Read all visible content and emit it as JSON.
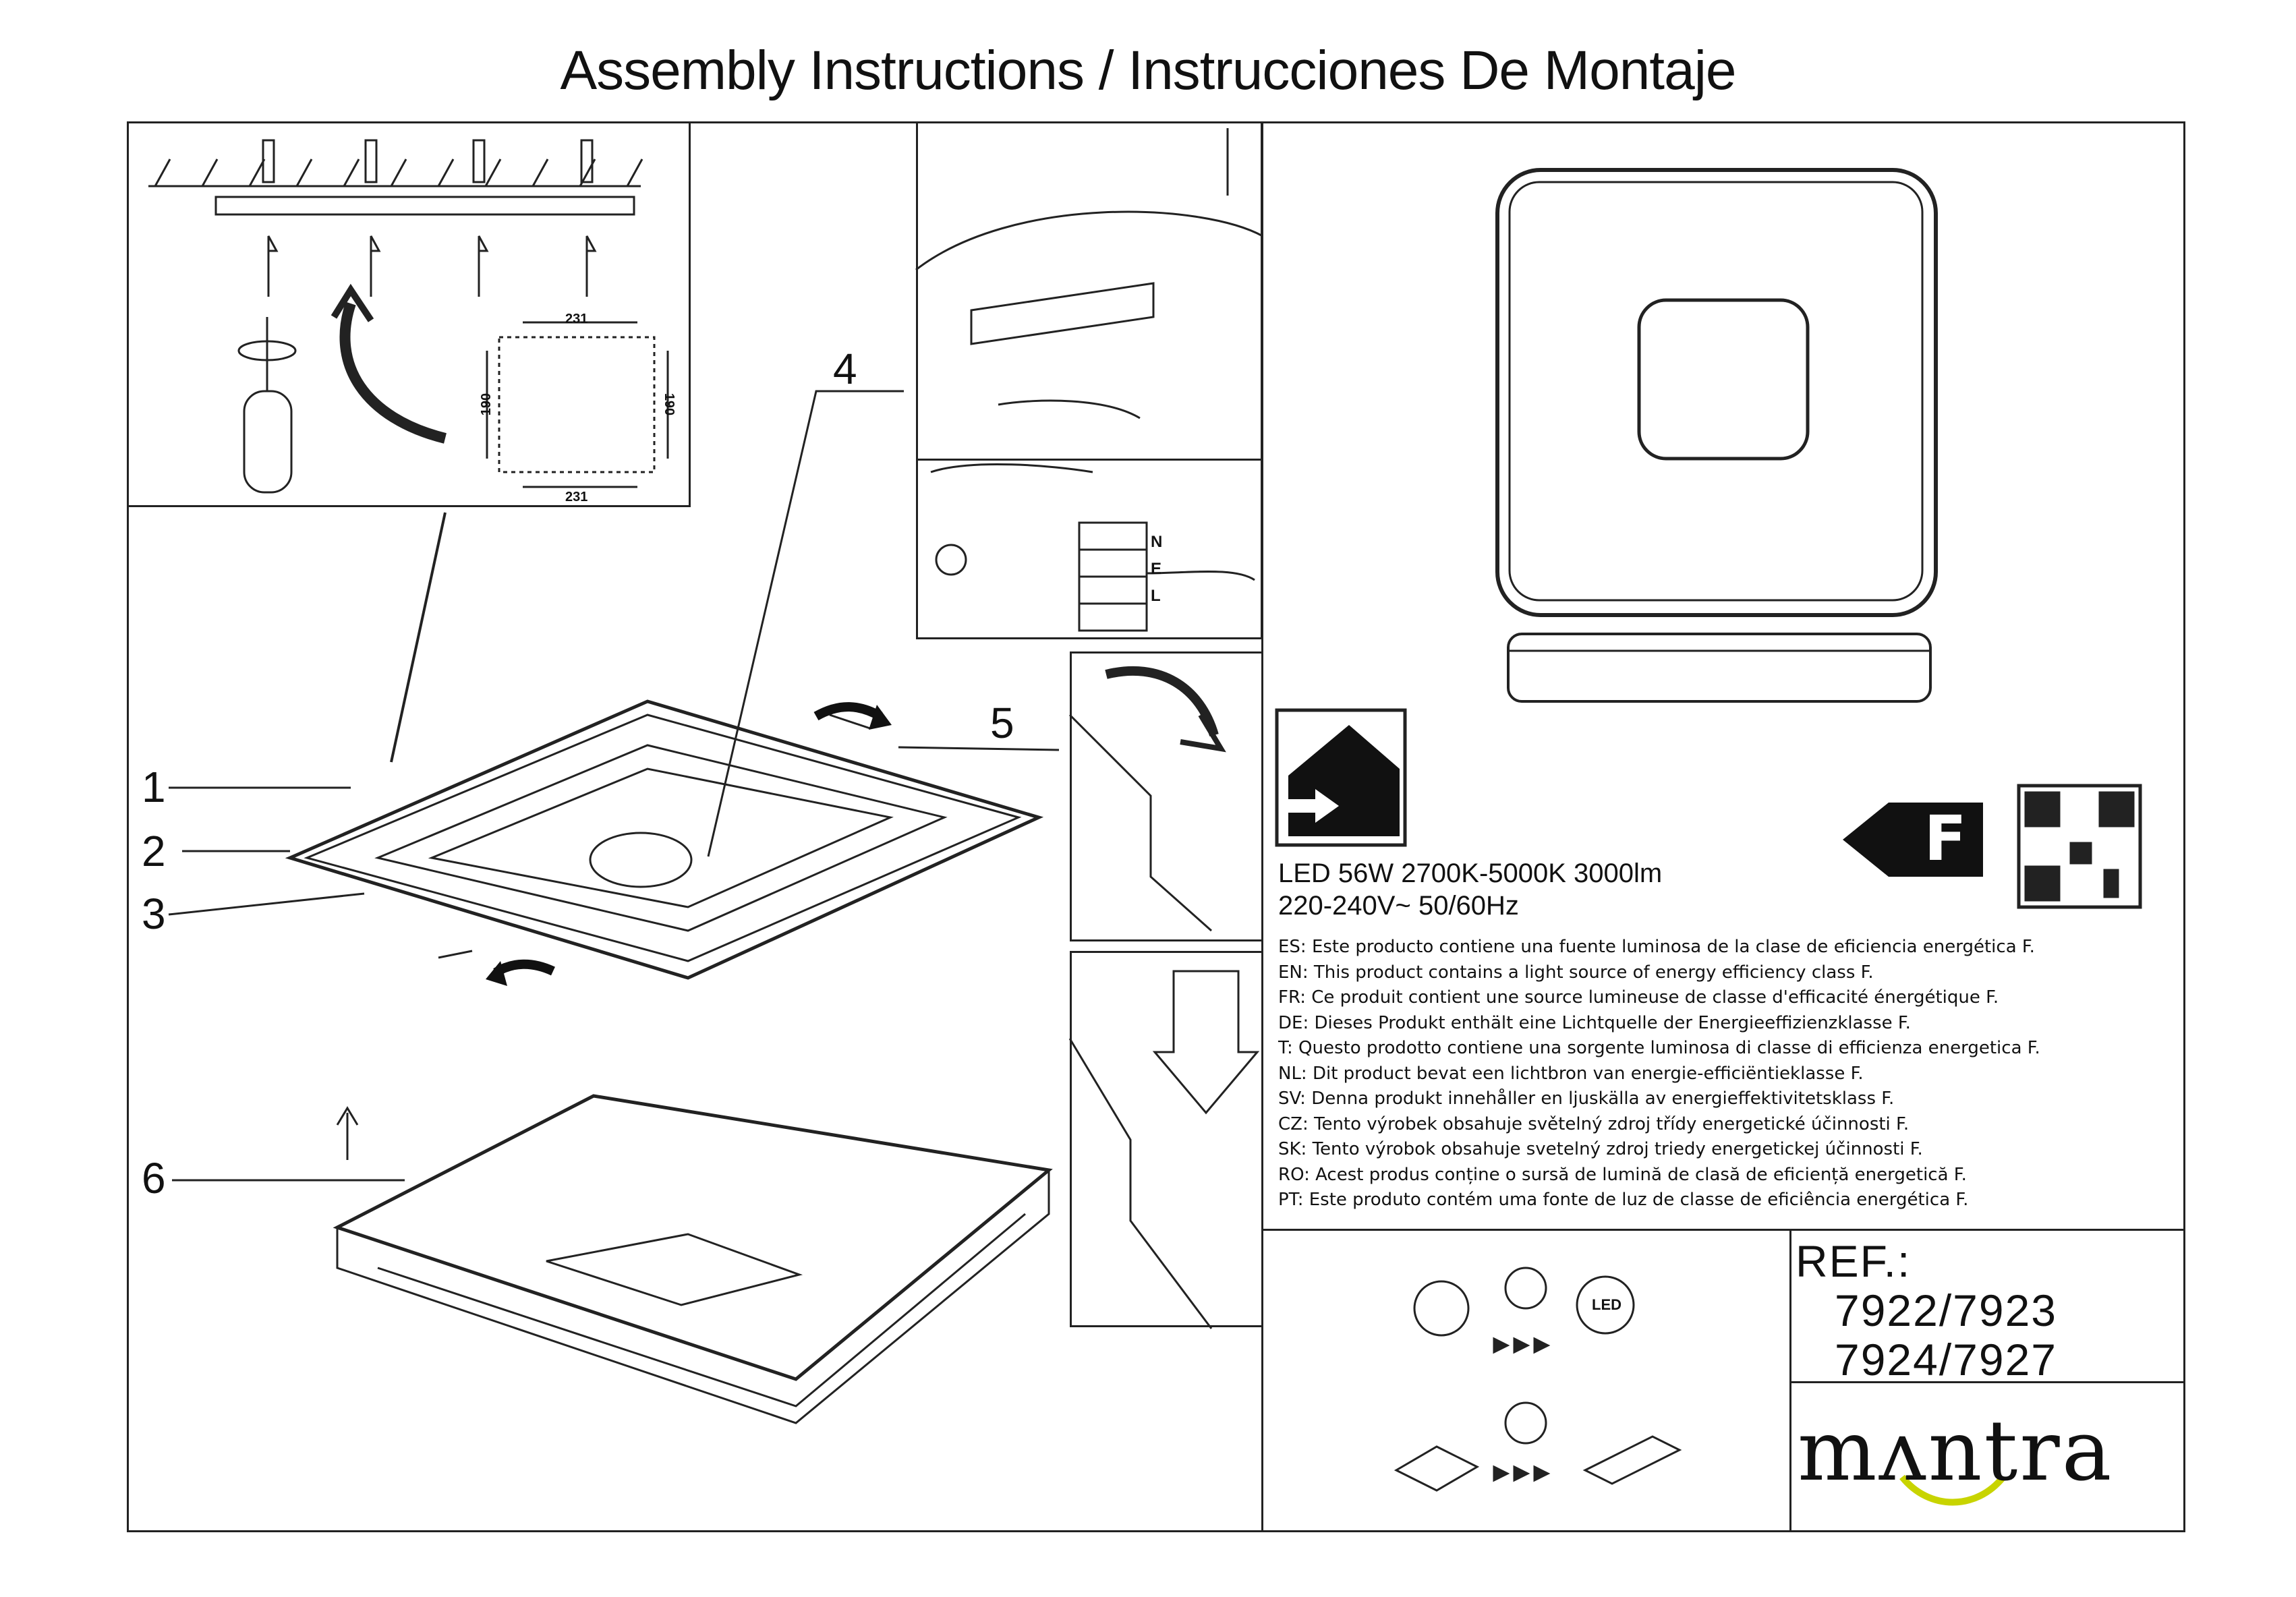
{
  "title": "Assembly Instructions / Instrucciones De Montaje",
  "callouts": [
    "1",
    "2",
    "3",
    "4",
    "5",
    "6"
  ],
  "drill_template": {
    "width_top": "231",
    "width_bottom": "231",
    "height_left": "190",
    "height_right": "190"
  },
  "wiring_terminals": [
    "N",
    "E",
    "L"
  ],
  "specs": {
    "line1": "LED 56W 2700K-5000K 3000lm",
    "line2": "220-240V~  50/60Hz"
  },
  "energy_class": "F",
  "energy_statements": [
    "ES: Este producto contiene una fuente luminosa de la clase de eficiencia energética F.",
    "EN: This product contains a light source of energy efficiency class F.",
    "FR: Ce produit contient une source lumineuse de classe d'efficacité énergétique F.",
    "DE: Dieses Produkt enthält eine Lichtquelle der Energieeffizienzklasse F.",
    " T: Questo prodotto contiene una sorgente luminosa di classe di efficienza energetica F.",
    "NL: Dit product bevat een lichtbron van energie-efficiëntieklasse F.",
    "SV: Denna produkt innehåller en ljuskälla av energieffektivitetsklass F.",
    "CZ: Tento výrobek obsahuje světelný zdroj třídy energetické účinnosti F.",
    "SK: Tento výrobok obsahuje svetelný zdroj triedy energetickej účinnosti F.",
    "RO: Acest produs conține o sursă de lumină de clasă de eficiență energetică F.",
    "PT: Este produto contém uma fonte de luz de classe de eficiência energética F."
  ],
  "reference": {
    "label": "REF.:",
    "line1": "7922/7923",
    "line2": "7924/7927"
  },
  "brand": "mʌntra",
  "icon_labels": {
    "led": "LED"
  },
  "colors": {
    "line": "#222222",
    "logo_smile": "#c8d400"
  }
}
